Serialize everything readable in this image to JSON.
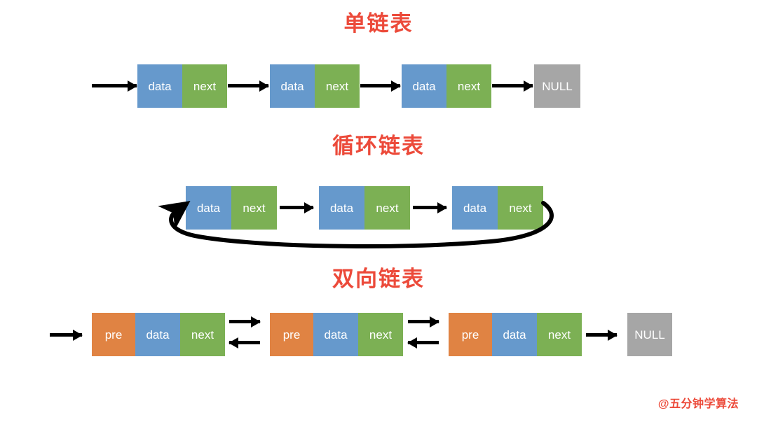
{
  "page": {
    "background_color": "#ffffff",
    "watermark": "@五分钟学算法"
  },
  "colors": {
    "title_red": "#ec4a3a",
    "cell_pre_orange": "#e08343",
    "cell_data_blue": "#6699cc",
    "cell_next_green": "#7cb054",
    "null_gray": "#a6a6a6",
    "arrow_black": "#000000",
    "cell_text": "#ffffff"
  },
  "sections": [
    {
      "id": "single",
      "title": "单链表",
      "node_labels": [
        "data",
        "next"
      ],
      "nodes": [
        {
          "cells": [
            "data",
            "next"
          ]
        },
        {
          "cells": [
            "data",
            "next"
          ]
        },
        {
          "cells": [
            "data",
            "next"
          ]
        }
      ],
      "terminator": "NULL",
      "arrows": [
        "head-arrow",
        "node1-to-node2",
        "node2-to-node3",
        "node3-to-null"
      ]
    },
    {
      "id": "circular",
      "title": "循环链表",
      "node_labels": [
        "data",
        "next"
      ],
      "nodes": [
        {
          "cells": [
            "data",
            "next"
          ]
        },
        {
          "cells": [
            "data",
            "next"
          ]
        },
        {
          "cells": [
            "data",
            "next"
          ]
        }
      ],
      "terminator": null,
      "arrows": [
        "node1-to-node2",
        "node2-to-node3",
        "loop-back-to-head"
      ]
    },
    {
      "id": "double",
      "title": "双向链表",
      "node_labels": [
        "pre",
        "data",
        "next"
      ],
      "nodes": [
        {
          "cells": [
            "pre",
            "data",
            "next"
          ]
        },
        {
          "cells": [
            "pre",
            "data",
            "next"
          ]
        },
        {
          "cells": [
            "pre",
            "data",
            "next"
          ]
        }
      ],
      "terminator": "NULL",
      "arrows": [
        "head-arrow",
        "node1-to-node2-forward",
        "node2-to-node1-backward",
        "node2-to-node3-forward",
        "node3-to-node2-backward",
        "node3-to-null"
      ]
    }
  ],
  "labels": {
    "pre": "pre",
    "data": "data",
    "next": "next",
    "null": "NULL"
  }
}
